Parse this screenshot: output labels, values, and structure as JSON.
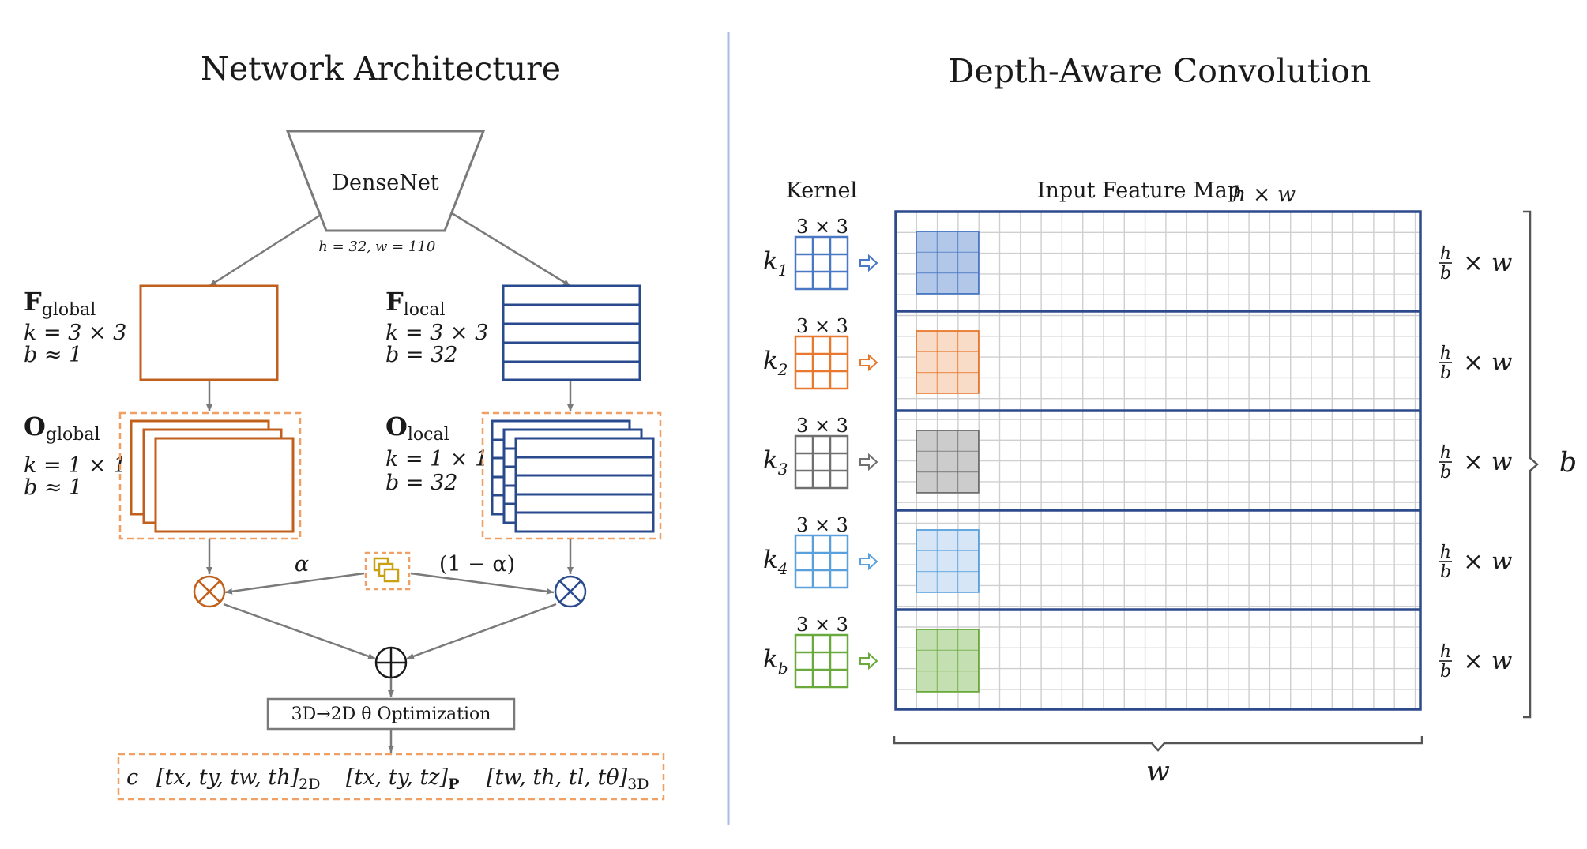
{
  "left_panel": {
    "title": "Network Architecture",
    "backbone": {
      "name": "DenseNet",
      "dims_h": "h = 32,",
      "dims_w": "w = 110"
    },
    "f_global": {
      "symbol": "F",
      "sub": "global",
      "kernel": "k = 3 × 3",
      "bins": "b ≈ 1"
    },
    "f_local": {
      "symbol": "F",
      "sub": "local",
      "kernel": "k = 3 × 3",
      "bins": "b = 32"
    },
    "o_global": {
      "symbol": "O",
      "sub": "global",
      "kernel": "k = 1 × 1",
      "bins": "b ≈ 1"
    },
    "o_local": {
      "symbol": "O",
      "sub": "local",
      "kernel": "k = 1 × 1",
      "bins": "b = 32"
    },
    "alpha": "α",
    "one_minus_alpha": "(1 − α)",
    "optimization": "3D→2D θ Optimization",
    "output": {
      "c": "c",
      "p2d": "[tx, ty, tw, th]",
      "p2d_sub": "2D",
      "p3d": "[tx, ty, tz]",
      "p3d_sub": "P",
      "dims3d": "[tw, th, tl, tθ]",
      "dims3d_sub": "3D"
    }
  },
  "right_panel": {
    "title": "Depth-Aware Convolution",
    "kernel_header": "Kernel",
    "map_header": "Input Feature Map",
    "map_dims": "h × w",
    "kernel_size": "3 × 3",
    "bin_size_num": "h",
    "bin_size_den": "b",
    "bin_size_rest": "× w",
    "width_label": "w",
    "height_label": "b",
    "kernels": [
      {
        "k": "k",
        "sub": "1",
        "color": "#4a78c4",
        "fill": "#b3c7e8"
      },
      {
        "k": "k",
        "sub": "2",
        "color": "#e8782e",
        "fill": "#f9dcc8"
      },
      {
        "k": "k",
        "sub": "3",
        "color": "#707070",
        "fill": "#cccccc"
      },
      {
        "k": "k",
        "sub": "4",
        "color": "#5aa0dc",
        "fill": "#d6e6f6"
      },
      {
        "k": "k",
        "sub": "b",
        "color": "#6aaa3c",
        "fill": "#c4dfb2"
      }
    ]
  },
  "colors": {
    "global": "#c0601c",
    "local": "#2a4a8e",
    "dashed": "#f0a064",
    "attention": "#c8a010",
    "divider": "#a8bde6",
    "map_border": "#2c4a8c",
    "grid": "#cfcfcf",
    "arrow": "#7a7a7a"
  }
}
